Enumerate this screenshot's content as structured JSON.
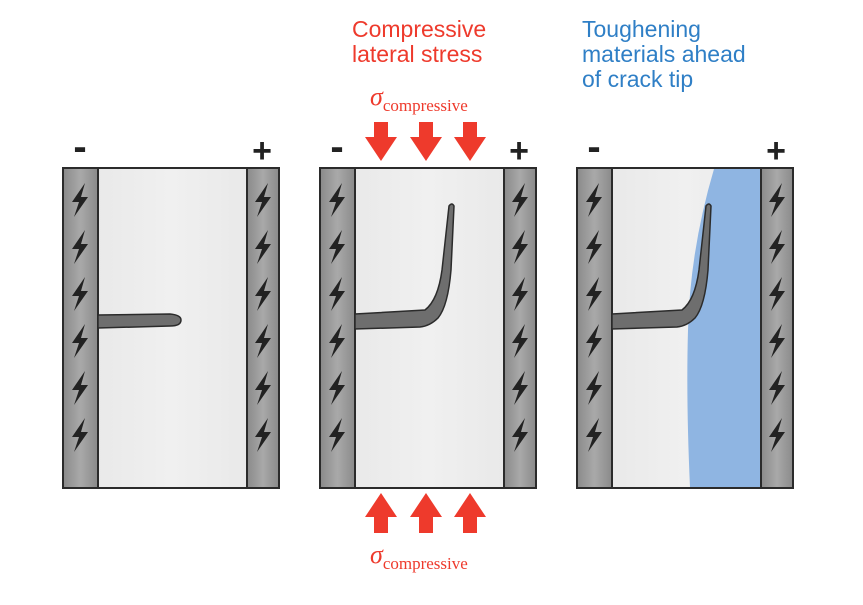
{
  "panels": [
    {
      "minus_label": "-",
      "plus_label": "+"
    },
    {
      "minus_label": "-",
      "plus_label": "+"
    },
    {
      "minus_label": "-",
      "plus_label": "+"
    }
  ],
  "middle": {
    "caption_lines": [
      "Compressive",
      "lateral stress"
    ],
    "sigma_symbol": "σ",
    "sigma_subscript": "compressive"
  },
  "right": {
    "caption_lines": [
      "Toughening",
      "materials ahead",
      "of crack tip"
    ]
  },
  "icons": {
    "electrode_mark": "lightning-bolt-icon",
    "stress_arrow": "arrow-icon"
  },
  "colors": {
    "stress": "#ee3a2c",
    "toughening_caption": "#2f7fc6",
    "toughening_region": "#8fb5e2",
    "electrolyte": "#ececec",
    "electrode": "#9d9d9d",
    "crack": "#707070"
  }
}
